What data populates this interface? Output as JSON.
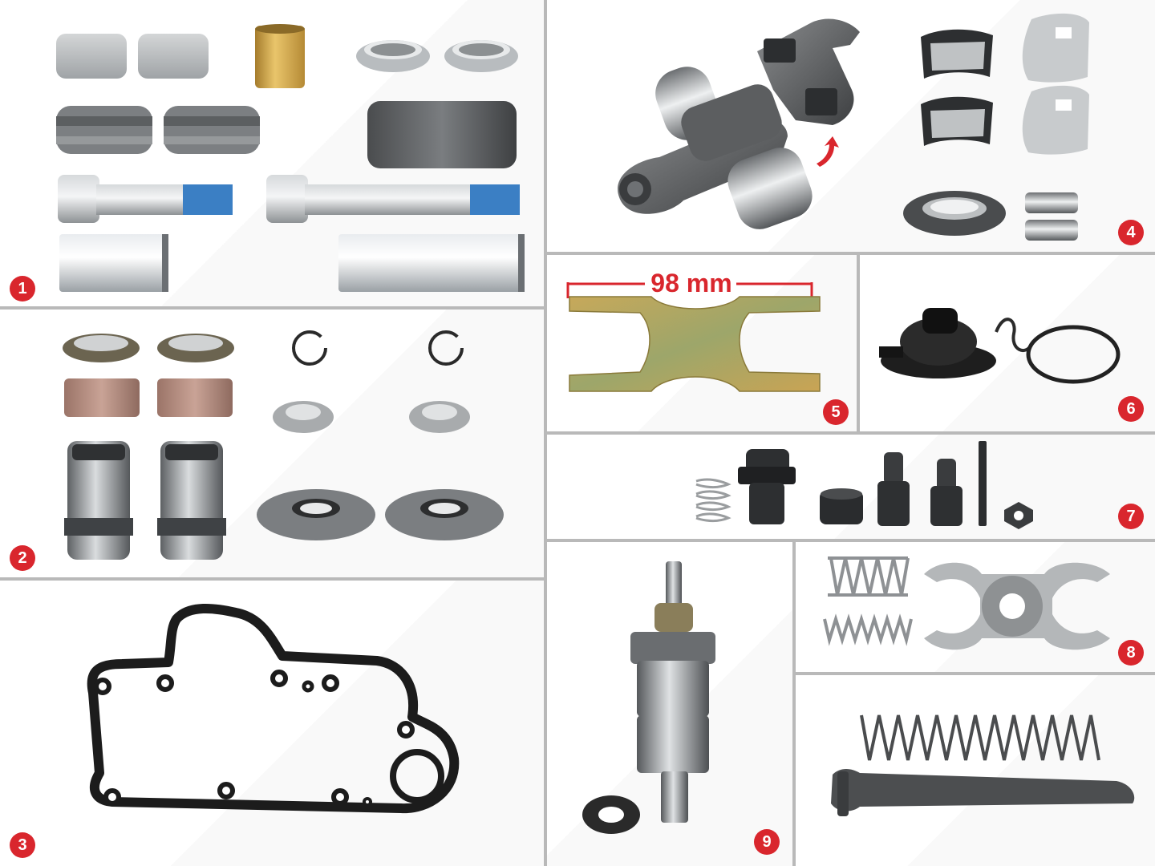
{
  "panels": [
    {
      "number": "1"
    },
    {
      "number": "2"
    },
    {
      "number": "3"
    },
    {
      "number": "4"
    },
    {
      "number": "5",
      "measurement": "98 mm"
    },
    {
      "number": "6"
    },
    {
      "number": "7"
    },
    {
      "number": "8"
    },
    {
      "number": "9"
    }
  ],
  "colors": {
    "badge": "#d9262d",
    "divider": "#b9b9b9",
    "steel": "#a9adb0",
    "dark_steel": "#5a5d60",
    "brass": "#c9a24a",
    "blue_thread": "#3b7fc4",
    "rubber": "#2a2a2a"
  }
}
